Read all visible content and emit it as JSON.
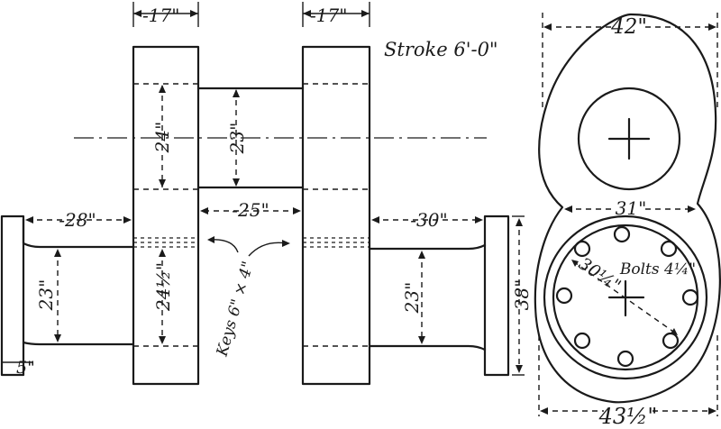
{
  "drawing": {
    "stroke_label": "Stroke 6'-0\"",
    "dims": {
      "web_width_left": "-17\"",
      "web_width_right": "-17\"",
      "upper_web_height": "24\"",
      "pin_diameter": "23\"",
      "web_gap": "-25\"",
      "left_shaft_length": "-28\"",
      "right_shaft_length": "-30\"",
      "left_shaft_diameter": "23\"",
      "hub_bore": "24½\"",
      "right_shaft_diameter": "23\"",
      "flange_diameter": "38\"",
      "flange_thickness": "5\"",
      "keys": "Keys 6\" × 4\"",
      "crank_width_top": "42\"",
      "crank_hub_width": "31\"",
      "bolt_circle": "30¼\"",
      "bolts": "Bolts 4¼\"",
      "crank_width_bottom": "43½\""
    }
  }
}
